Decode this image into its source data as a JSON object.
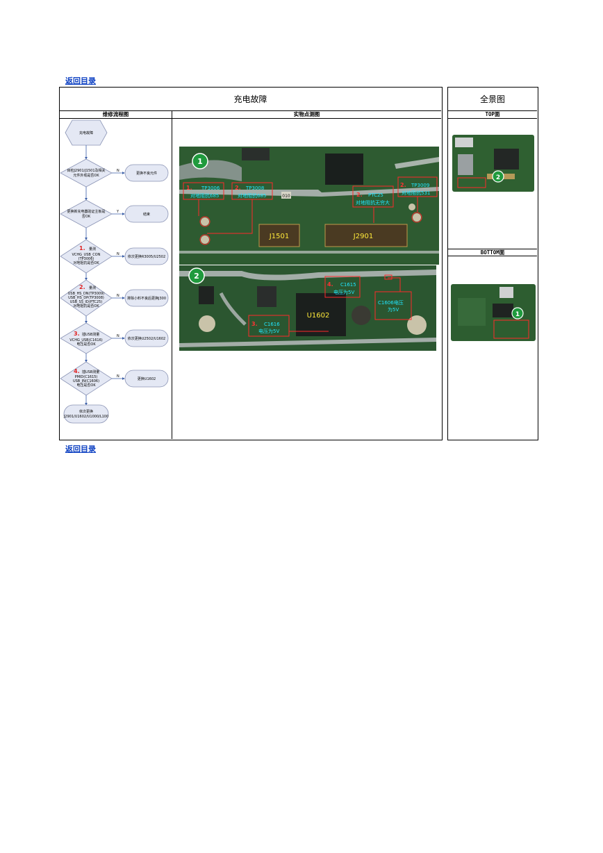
{
  "nav": {
    "back_top": "返回目录",
    "back_bottom": "返回目录"
  },
  "header": {
    "title": "充电故障",
    "panorama_title": "全景图",
    "col_flow": "维修流程图",
    "col_points": "实物点测图",
    "top_label": "TOP面",
    "bottom_label": "BOTTOM面"
  },
  "flow": {
    "start": "充电故障",
    "steps": [
      {
        "num": "",
        "lines": [
          "目检J2901/J1501及相关",
          "元件外观是否OK"
        ],
        "action": "更换不良元件"
      },
      {
        "num": "",
        "lines": [
          "更换新充电器验证主板是",
          "否OK"
        ],
        "action": "结束"
      },
      {
        "num": "1.",
        "tag": "量测",
        "lines": [
          "VCHG_USB_CON",
          "(TP3006)",
          "对地阻抗是否OK"
        ],
        "action": "依次更换R3005/U2502"
      },
      {
        "num": "2.",
        "tag": "量测",
        "lines": [
          "USB_HS_DN(TP3009)",
          "USB_HS_DP(TP3008)",
          "USB_SS_ID(PTC25)",
          "对地阻抗是否OK"
        ],
        "action": "排除小料不良后更换J300"
      },
      {
        "num": "3.",
        "tag": "插USB测量",
        "lines": [
          "VCHG_USB(C1616)",
          "电压是否OK"
        ],
        "action": "依次更换U2502/U1602"
      },
      {
        "num": "4.",
        "tag": "插USB测量",
        "lines": [
          "PMID(C1615)",
          "USB_IN(C1606)",
          "电压是否OK"
        ],
        "action": "更换U1602"
      }
    ],
    "end_lines": [
      "依次更换",
      "J2901/U1602/U1000/L100"
    ],
    "yes": "Y",
    "no": "N"
  },
  "photo_top": {
    "badge": "1",
    "boxes": [
      {
        "num": "1.",
        "name": "TP3006",
        "desc": "对地阻抗685"
      },
      {
        "num": "2.",
        "name": "TP3008",
        "desc": "对地阻抗685"
      },
      {
        "num": "2.",
        "name": "PTC25",
        "desc": "对地阻抗无穷大"
      },
      {
        "num": "2.",
        "name": "TP3009",
        "desc": "对地阻抗531"
      }
    ],
    "connectors": [
      "J1501",
      "J2901"
    ],
    "chip_text": "010"
  },
  "photo_bottom": {
    "badge": "2",
    "boxes": [
      {
        "num": "4.",
        "name": "C1615",
        "desc": "电压为5V"
      },
      {
        "num": "",
        "name": "C1606电压",
        "desc": "为5V"
      },
      {
        "num": "3.",
        "name": "C1616",
        "desc": "电压为5V"
      }
    ],
    "chip": "U1602"
  },
  "panorama": {
    "top_badge": "2",
    "bottom_badge": "1"
  },
  "colors": {
    "link": "#0b3fc2",
    "pcb_green": "#2d5a2f",
    "badge_green": "#1f9a3d",
    "flow_fill": "#e4e8f4",
    "annotation_red": "#ff2a2a",
    "annotation_cyan": "#21e6ff"
  }
}
